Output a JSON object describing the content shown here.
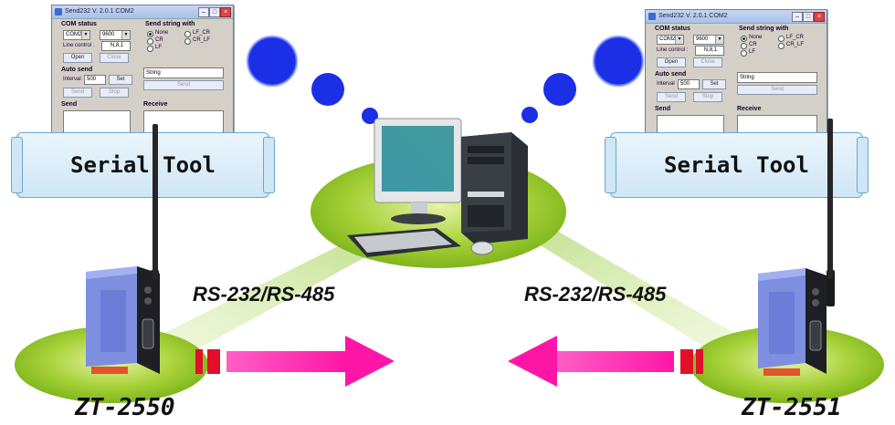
{
  "left_app": {
    "window_title": "Send232  V. 2.0.1  COM2",
    "com_status_label": "COM status",
    "com_port": "COM2",
    "baud_rate": "9600",
    "line_control_label": "Line control :",
    "line_control_value": "N,8,1",
    "open_button": "Open",
    "close_button": "Close",
    "send_string_with_label": "Send string with",
    "opt_none": "None",
    "opt_cr": "CR",
    "opt_lf": "LF",
    "opt_lf_cr": "LF_CR",
    "opt_cr_lf": "CR_LF",
    "auto_send_label": "Auto send",
    "interval_label": "Interval",
    "interval_value": "500",
    "set_button": "Set",
    "send_button_small": "Send",
    "stop_button": "Stop",
    "string_value": "String",
    "send_button": "Send",
    "send_label": "Send",
    "receive_label": "Receive"
  },
  "right_app": {
    "window_title": "Send232  V. 2.0.1  COM2",
    "com_status_label": "COM status",
    "com_port": "COM2",
    "baud_rate": "9600",
    "line_control_label": "Line control :",
    "line_control_value": "N,8,1",
    "open_button": "Open",
    "close_button": "Close",
    "send_string_with_label": "Send string with",
    "opt_none": "None",
    "opt_cr": "CR",
    "opt_lf": "LF",
    "opt_lf_cr": "LF_CR",
    "opt_cr_lf": "CR_LF",
    "auto_send_label": "Auto send",
    "interval_label": "Interval",
    "interval_value": "500",
    "set_button": "Set",
    "send_button_small": "Send",
    "stop_button": "Stop",
    "string_value": "String",
    "send_button": "Send",
    "send_label": "Send",
    "receive_label": "Receive"
  },
  "banners": {
    "left": "Serial Tool",
    "right": "Serial Tool"
  },
  "links": {
    "left": "RS-232/RS-485",
    "right": "RS-232/RS-485"
  },
  "devices": {
    "left": "ZT-2550",
    "right": "ZT-2551"
  },
  "colors": {
    "bubble": "#1a2fe6",
    "ellipse_green": "#8cc21e",
    "arrow_magenta": "#ff1fa8",
    "arrow_red": "#e0102a",
    "banner_border": "#6aa6d2"
  }
}
